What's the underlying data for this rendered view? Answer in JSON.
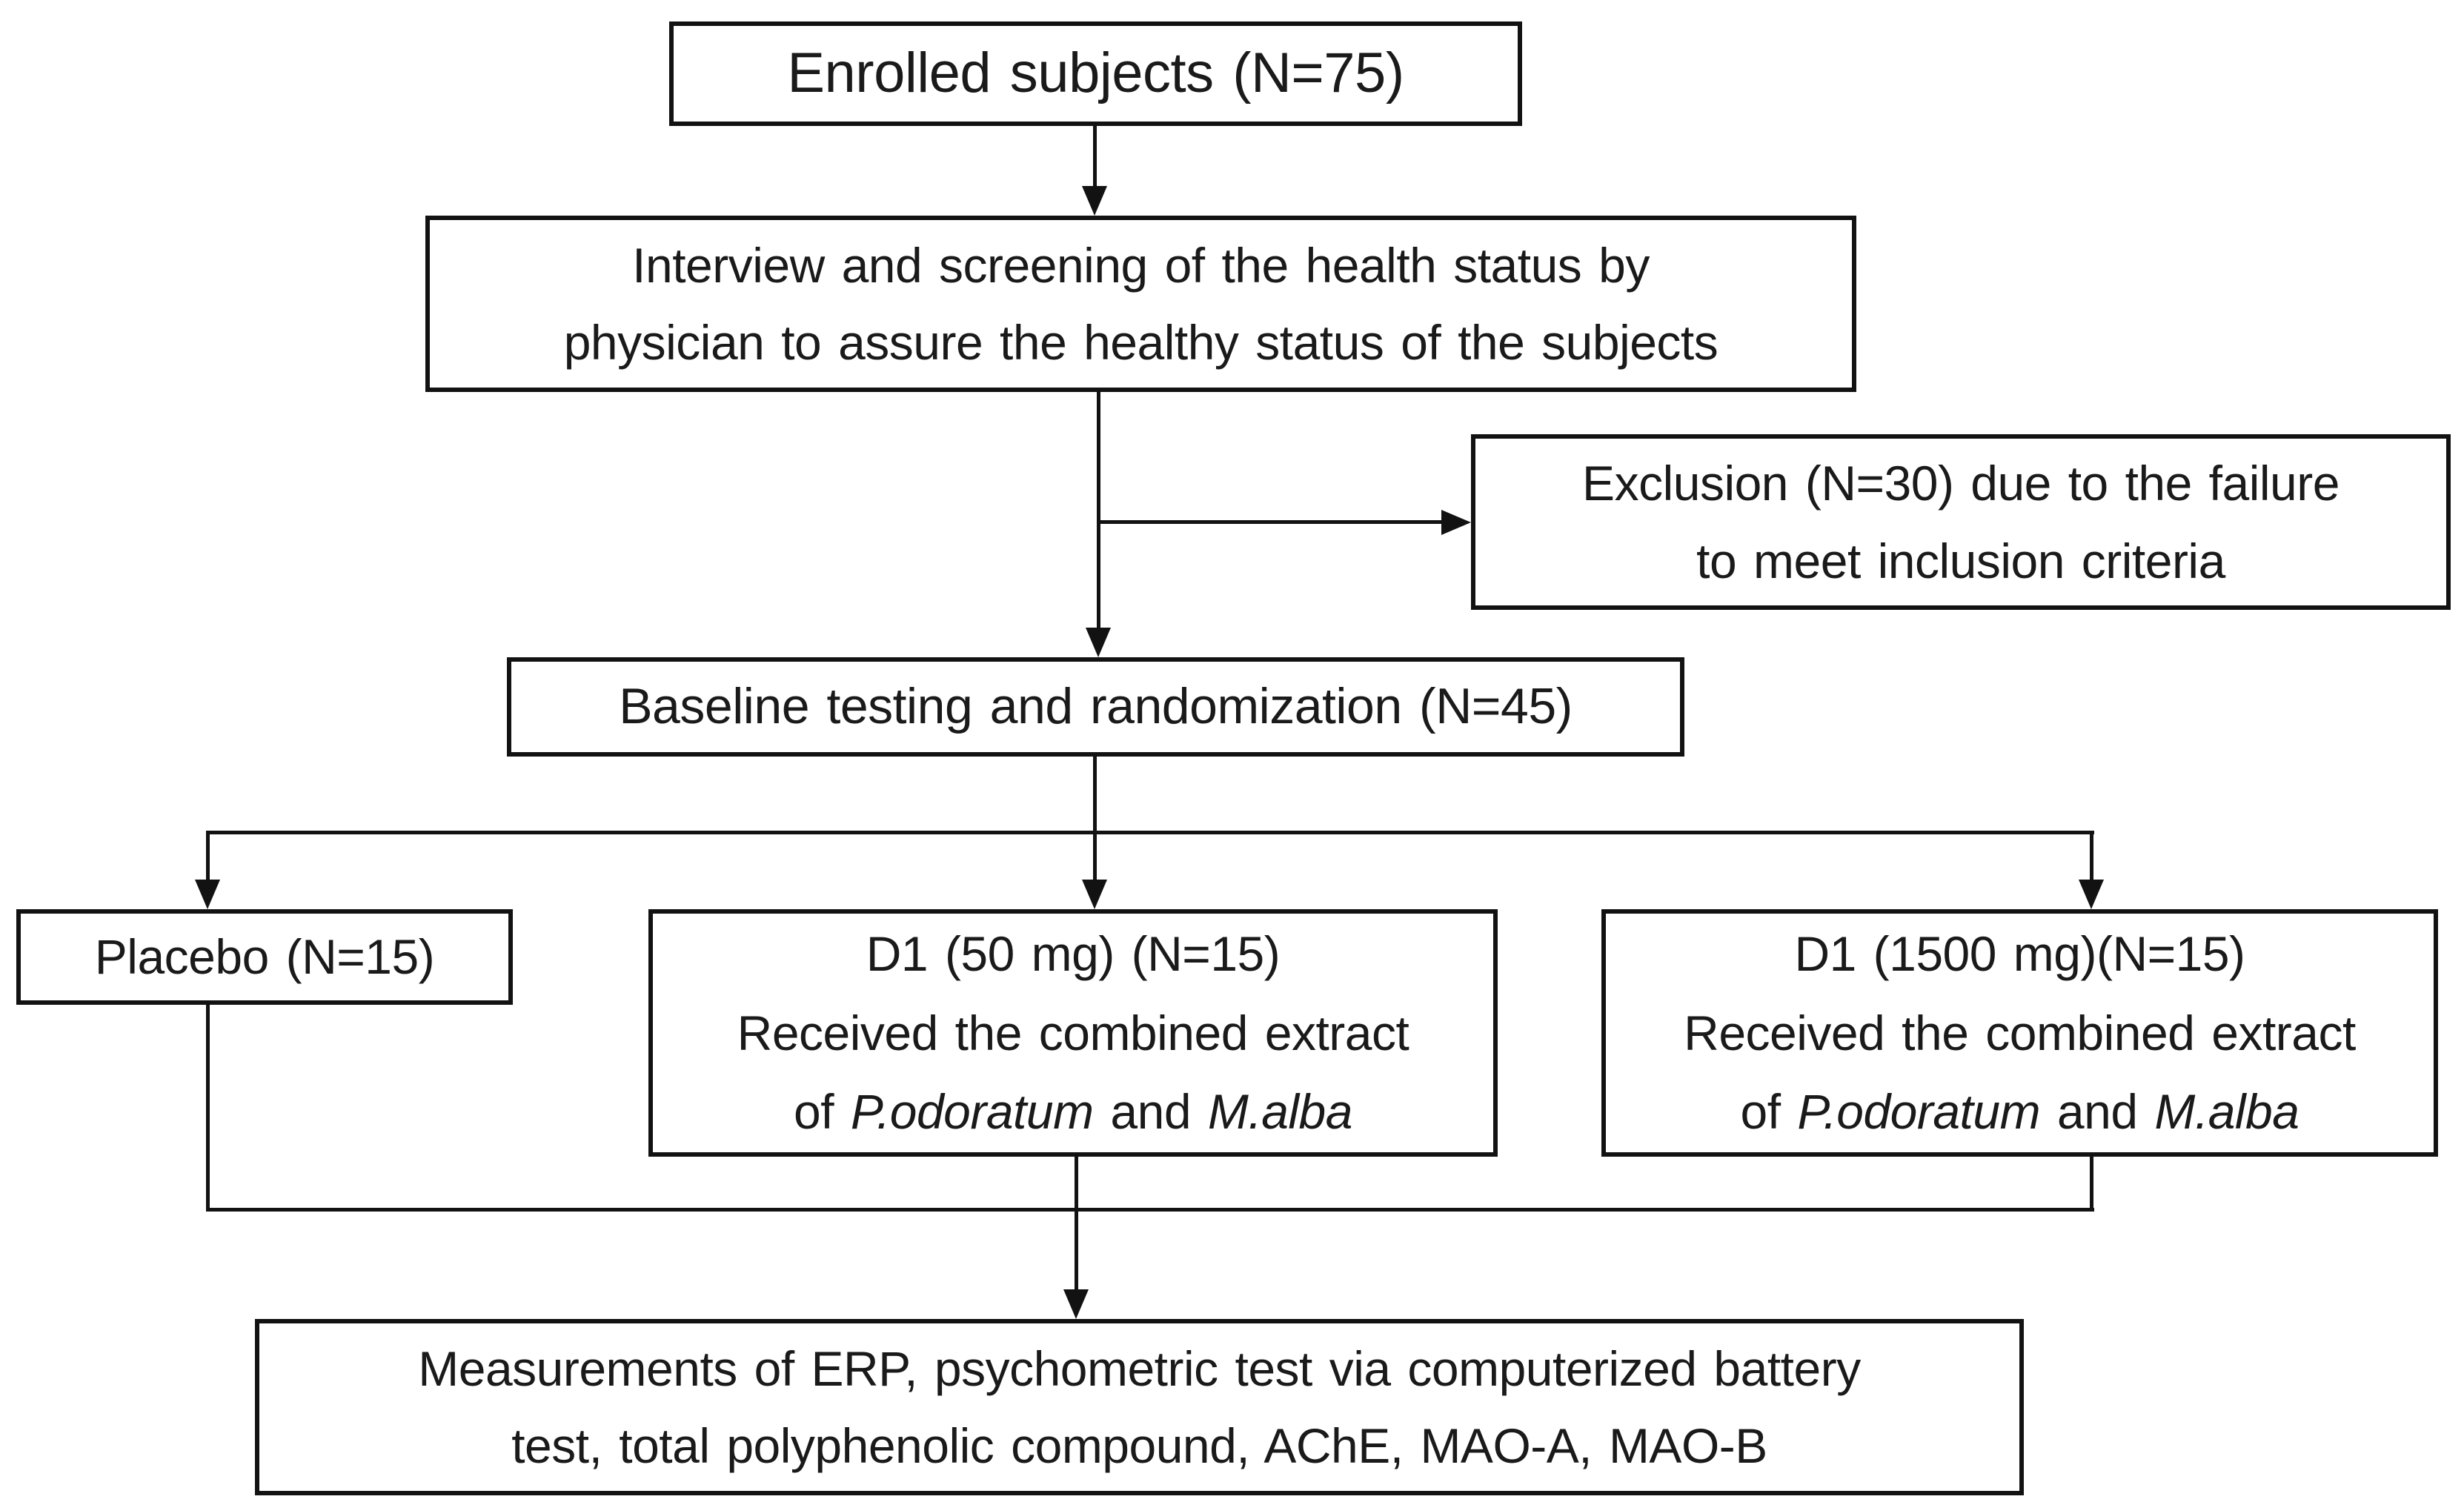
{
  "page": {
    "background": "#ffffff"
  },
  "diagram": {
    "line_color": "#121212",
    "text_color": "#1a1a1a",
    "box_background": "#ffffff",
    "nodes": {
      "enrolled": {
        "lines": [
          [
            {
              "t": "Enrolled subjects (N=75)"
            }
          ]
        ]
      },
      "screening": {
        "lines": [
          [
            {
              "t": "Interview and screening of the health status by"
            }
          ],
          [
            {
              "t": "physician to assure the healthy status of the subjects"
            }
          ]
        ]
      },
      "exclusion": {
        "lines": [
          [
            {
              "t": "Exclusion (N=30) due to the failure"
            }
          ],
          [
            {
              "t": "to meet inclusion criteria"
            }
          ]
        ]
      },
      "baseline": {
        "lines": [
          [
            {
              "t": "Baseline testing and randomization (N=45)"
            }
          ]
        ]
      },
      "placebo": {
        "lines": [
          [
            {
              "t": "Placebo (N=15)"
            }
          ]
        ]
      },
      "dose_50": {
        "lines": [
          [
            {
              "t": "D1 (50 mg) (N=15)"
            }
          ],
          [
            {
              "t": "Received the combined extract"
            }
          ],
          [
            {
              "t": "of "
            },
            {
              "t": "P.odoratum",
              "i": true
            },
            {
              "t": " and "
            },
            {
              "t": "M.alba",
              "i": true
            }
          ]
        ]
      },
      "dose_1500": {
        "lines": [
          [
            {
              "t": "D1 (1500 mg)(N=15)"
            }
          ],
          [
            {
              "t": "Received the combined extract"
            }
          ],
          [
            {
              "t": "of "
            },
            {
              "t": "P.odoratum",
              "i": true
            },
            {
              "t": " and "
            },
            {
              "t": "M.alba",
              "i": true
            }
          ]
        ]
      },
      "measurements": {
        "lines": [
          [
            {
              "t": "Measurements of ERP, psychometric test via computerized battery"
            }
          ],
          [
            {
              "t": "test, total polyphenolic compound, AChE, MAO-A, MAO-B"
            }
          ]
        ]
      }
    }
  }
}
